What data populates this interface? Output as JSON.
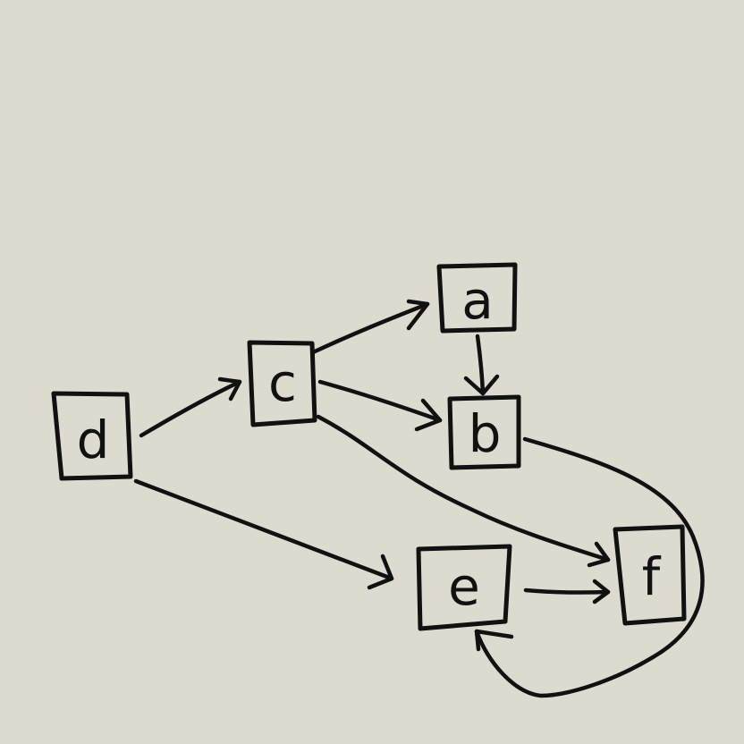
{
  "diagram": {
    "type": "directed-graph",
    "style": "hand-drawn",
    "colors": {
      "background": "#dddbd0",
      "ink": "#111111"
    },
    "nodes": [
      {
        "id": "a",
        "label": "a"
      },
      {
        "id": "b",
        "label": "b"
      },
      {
        "id": "c",
        "label": "c"
      },
      {
        "id": "d",
        "label": "d"
      },
      {
        "id": "e",
        "label": "e"
      },
      {
        "id": "f",
        "label": "f"
      }
    ],
    "edges": [
      {
        "from": "d",
        "to": "c"
      },
      {
        "from": "d",
        "to": "e"
      },
      {
        "from": "c",
        "to": "a"
      },
      {
        "from": "c",
        "to": "b"
      },
      {
        "from": "c",
        "to": "f"
      },
      {
        "from": "a",
        "to": "b"
      },
      {
        "from": "e",
        "to": "f"
      },
      {
        "from": "b",
        "to": "e"
      }
    ]
  }
}
